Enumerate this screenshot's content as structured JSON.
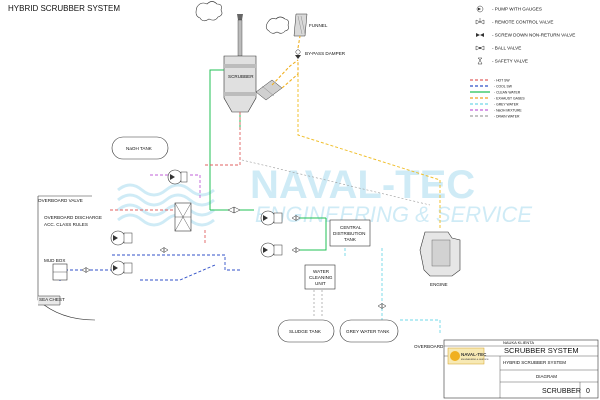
{
  "title": "HYBRID SCRUBBER SYSTEM",
  "watermark": {
    "line1": "NAVAL-TEC",
    "line2": "ENGINEERING & SERVICE"
  },
  "components": {
    "funnel": "FUNNEL",
    "by_pass_damper": "BY-PASS DAMPER",
    "scrubber": "SCRUBBER",
    "naoh_tank": "NaOH TANK",
    "overboard_valve": "OVERBOARD VALVE",
    "overboard_discharge_1": "OVERBOARD DISCHARGE",
    "overboard_discharge_2": "ACC. CLASS RULES",
    "mud_box": "MUD BOX",
    "sea_chest": "SEA CHEST",
    "central_tank_1": "CENTRAL",
    "central_tank_2": "DISTRIBUTION",
    "central_tank_3": "TANK",
    "water_unit_1": "WATER",
    "water_unit_2": "CLEANING",
    "water_unit_3": "UNIT",
    "engine": "ENGINE",
    "sludge_tank": "SLUDGE TANK",
    "grey_water_tank": "GREY WATER TANK",
    "overboard": "OVERBOARD"
  },
  "legend": {
    "symbols": [
      {
        "icon": "pump-with-gauges-icon",
        "label": "- PUMP WITH GAUGES"
      },
      {
        "icon": "remote-control-valve-icon",
        "label": "- REMOTE CONTROL VALVE"
      },
      {
        "icon": "screw-down-non-return-valve-icon",
        "label": "- SCREW DOWN NON-RETURN VALVE"
      },
      {
        "icon": "ball-valve-icon",
        "label": "- BALL VALVE"
      },
      {
        "icon": "safety-valve-icon",
        "label": "- SAFETY VALVE"
      }
    ],
    "lines": [
      {
        "label": "- HOT SW",
        "color": "#e06060",
        "dash": "3,2"
      },
      {
        "label": "- COOL SW",
        "color": "#3050c8",
        "dash": "3,2"
      },
      {
        "label": "- CLEAN WATER",
        "color": "#22c055",
        "dash": ""
      },
      {
        "label": "- EXHAUST GASES",
        "color": "#f0a020",
        "dash": "3,2"
      },
      {
        "label": "- GREY WATER",
        "color": "#70d8e8",
        "dash": "3,2"
      },
      {
        "label": "- NaOH MIXTURE",
        "color": "#c060d8",
        "dash": "3,2"
      },
      {
        "label": "- DRAIN WATER",
        "color": "#a0a0a0",
        "dash": "3,2"
      }
    ]
  },
  "title_block": {
    "client": "NAUKA KLIENTA",
    "header": "SCRUBBER SYSTEM",
    "subtitle_1": "HYBRID SCRUBBER SYSTEM",
    "subtitle_2": "DIAGRAM",
    "drawing_name": "SCRUBBER",
    "revision": "0",
    "logo_text": "NAVAL-TEC",
    "logo_sub": "ENGINEERING & SERVICE"
  }
}
